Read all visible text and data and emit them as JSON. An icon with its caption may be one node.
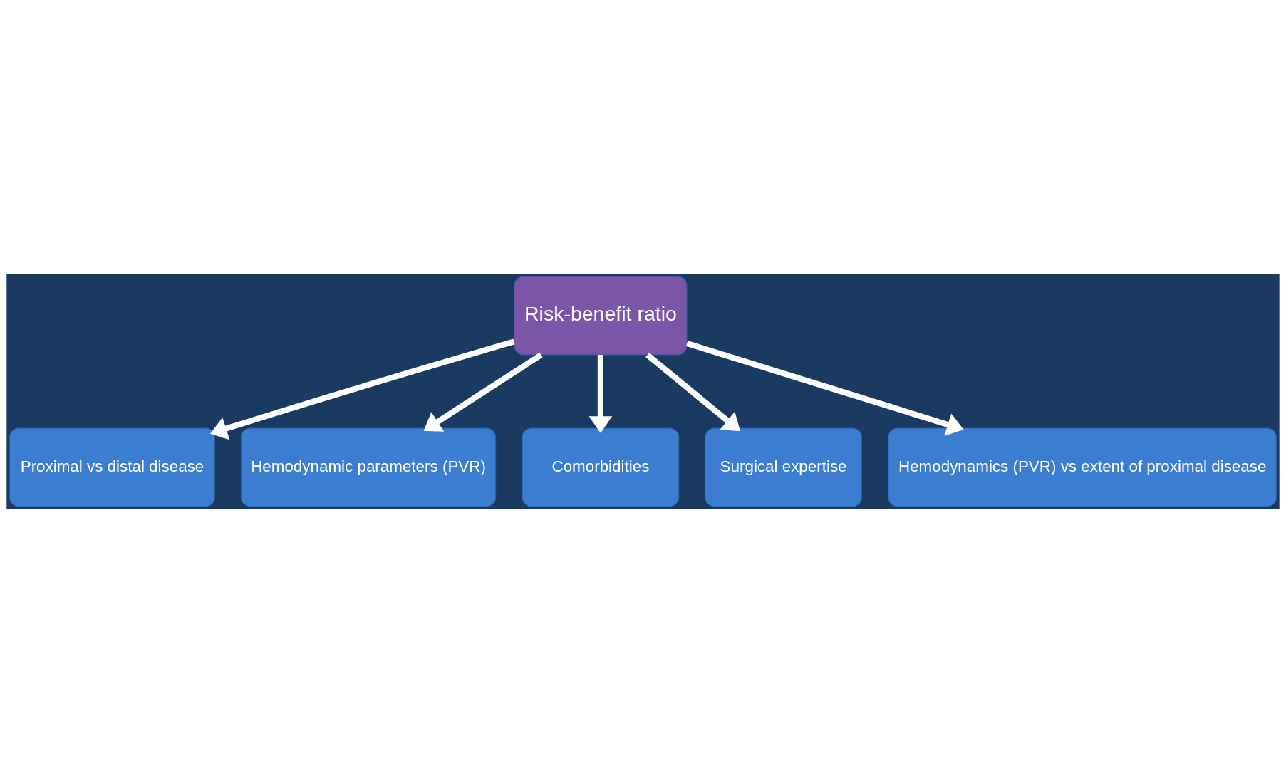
{
  "diagram": {
    "nodes": [
      {
        "text": [
          "Risk-benefit ratio"
        ]
      },
      {
        "text": [
          "Proximal vs distal disease"
        ]
      },
      {
        "text": [
          "Hemodynamic parameters (PVR)"
        ]
      },
      {
        "text": [
          "Comorbidities"
        ]
      },
      {
        "text": [
          "Surgical expertise"
        ]
      },
      {
        "text": [
          "Hemodynamics (PVR) vs extent of proximal disease"
        ]
      }
    ],
    "edges": [
      {
        "from": 0,
        "to": 1,
        "arrow": "to"
      },
      {
        "from": 0,
        "to": 2,
        "arrow": "to"
      },
      {
        "from": 0,
        "to": 3,
        "arrow": "to"
      },
      {
        "from": 0,
        "to": 4,
        "arrow": "to"
      },
      {
        "from": 0,
        "to": 5,
        "arrow": "to"
      }
    ]
  }
}
